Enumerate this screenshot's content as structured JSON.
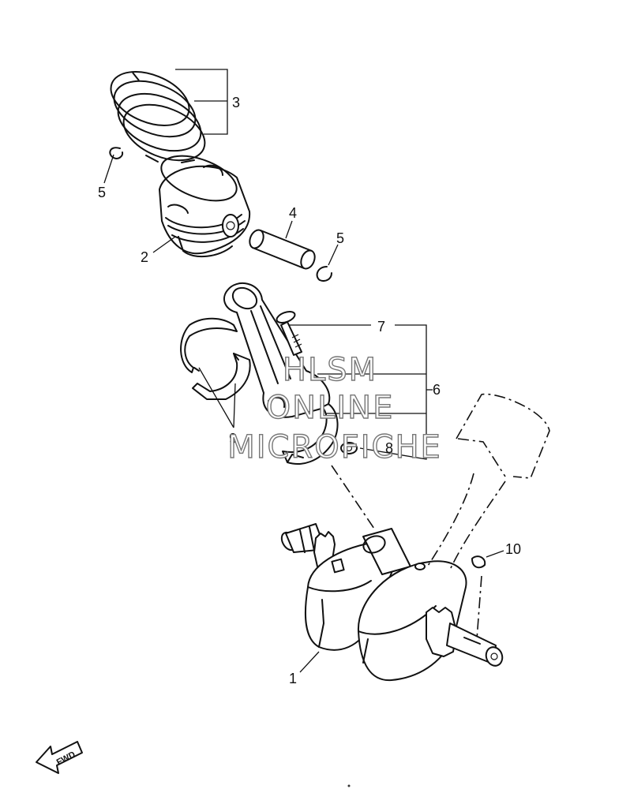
{
  "callouts": {
    "c1": "1",
    "c2": "2",
    "c3": "3",
    "c4": "4",
    "c5a": "5",
    "c5b": "5",
    "c6": "6",
    "c7": "7",
    "c8": "8",
    "c9": "9",
    "c10": "10"
  },
  "watermark": {
    "line1": "HLSM",
    "line2": "ONLINE",
    "line3": "MICROFICHE"
  },
  "direction_badge": "FWD"
}
